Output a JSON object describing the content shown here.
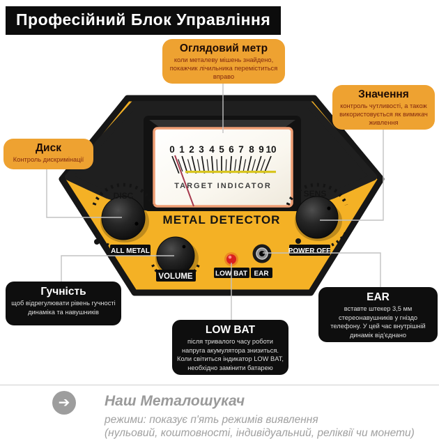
{
  "header": {
    "title": "Професійний Блок Управління"
  },
  "callouts": {
    "meter": {
      "title": "Оглядовий метр",
      "text": "коли металеву мішень знайдено, покажчик лічильника переміститься вправо"
    },
    "sens": {
      "title": "Значення",
      "text": "контроль чутливості, а також використовується як вимикач живлення"
    },
    "disc": {
      "title": "Диск",
      "text": "Контроль дискримінації"
    },
    "volume": {
      "title": "Гучність",
      "text": "щоб відрегулювати рівень гучності динаміка та навушників"
    },
    "lowbat": {
      "title": "LOW BAT",
      "text": "після тривалого часу роботи напруга акумулятора знизиться. Коли світиться індикатор LOW BAT, необхідно замінити батарею"
    },
    "ear": {
      "title": "EAR",
      "text": "вставте штекер 3,5 мм стереонавушників у гніздо телефону. У цей час внутрішній динамік від'єднано"
    }
  },
  "device": {
    "brand": "METAL DETECTOR",
    "meter": {
      "scale": [
        "0",
        "1",
        "2",
        "3",
        "4",
        "5",
        "6",
        "7",
        "8",
        "9",
        "10"
      ],
      "label": "TARGET INDICATOR"
    },
    "labels": {
      "disc": "DISC",
      "sens": "SENS",
      "volume": "VOLUME",
      "all_metal": "ALL METAL",
      "power_off": "POWER OFF",
      "low_bat": "LOW BAT",
      "ear": "EAR"
    }
  },
  "footer": {
    "title": "Наш Металошукач",
    "line1": "режими: показує п'ять режимів виявлення",
    "line2": "(нульовий, коштовності, індивідуальний, реліквії чи монети)"
  },
  "colors": {
    "body_yellow": "#f4b125",
    "callout_orange": "#eea231",
    "callout_black": "#0e0e0e",
    "led_red": "#d91f1f",
    "meter_underline": "#d8c520",
    "needle": "#a63a4e",
    "footer_gray": "#9a9a9a"
  }
}
